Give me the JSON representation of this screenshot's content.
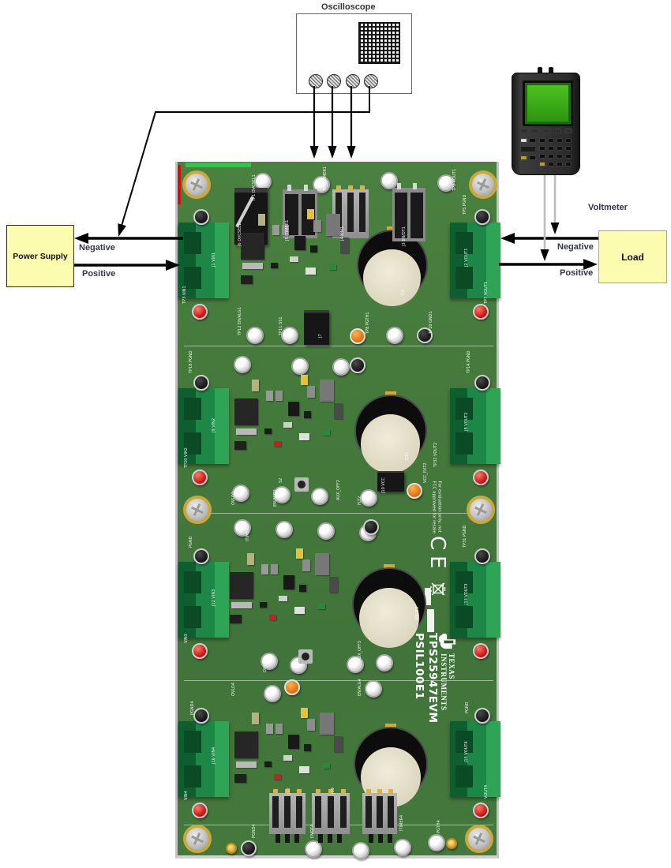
{
  "colors": {
    "pcb_green": "#457A3C",
    "terminal_green": "#1D8747",
    "instrument_box_yellow": "#FCFCB0",
    "wire_black": "#000000",
    "test_point_red": "#CC1111",
    "test_point_orange": "#E07818",
    "voltmeter_screen_green": "#4DC21E"
  },
  "oscilloscope": {
    "label": "Oscilloscope"
  },
  "voltmeter": {
    "label": "Voltmeter"
  },
  "power_supply": {
    "label": "Power Supply",
    "negative": "Negative",
    "positive": "Positive"
  },
  "load": {
    "label": "Load",
    "negative": "Negative",
    "positive": "Positive"
  },
  "board": {
    "brand": {
      "line1": "TEXAS",
      "line2": "INSTRUMENTS",
      "model": "TPS25947EVM",
      "board_id": "PSIL100E1"
    },
    "ce_mark": "CE",
    "disclaimer": {
      "line1": "For evaluation only; not",
      "line2": "FCC approved for resale."
    },
    "channels": [
      {
        "name": "channel-1",
        "labels": [
          "TP1 DVCSEL1",
          "J6 DVCSEL1",
          "J5 ITIMER1",
          "TP4 ITIMER1",
          "J4 ILM1",
          "J3 EN/DT1",
          "TP2 VOUT1",
          "TP5 PGND",
          "J1 VIN1",
          "J2 VOUT1",
          "TP3 VIN1",
          "TP7 VOUT1",
          "TP12 EN/ALG1",
          "TP11 SS1",
          "TP8 PGTH1",
          "TP10 GND1",
          "J7",
          "C3"
        ]
      },
      {
        "name": "channel-2",
        "labels": [
          "TP18 PGND",
          "TP14 PGND",
          "J9 VIN2",
          "J8 VOUT2",
          "TP20 VIN2",
          "TP32 VOUT2",
          "J10 VCC",
          "VCC_EXT2",
          "OVLO2",
          "EN/ALG2",
          "AUX_OFF2",
          "FLT2",
          "C31",
          "S2"
        ]
      },
      {
        "name": "channel-3",
        "labels": [
          "PGND",
          "TP31 PGND",
          "J12 VIN3",
          "J13 VOUT3",
          "VIN3",
          "VOUT3",
          "ITIMER3",
          "OVLO3",
          "AUX_OFF3",
          "FLT3"
        ]
      },
      {
        "name": "channel-4",
        "labels": [
          "PGND4",
          "PGND",
          "J16 VIN4",
          "J15 VOUT4",
          "VIN4",
          "VOUT4",
          "OVLO4",
          "EN/ALG4",
          "J22",
          "J19",
          "ITIMER4",
          "PGTH4",
          "DVDT4",
          "PGND4"
        ]
      }
    ]
  }
}
